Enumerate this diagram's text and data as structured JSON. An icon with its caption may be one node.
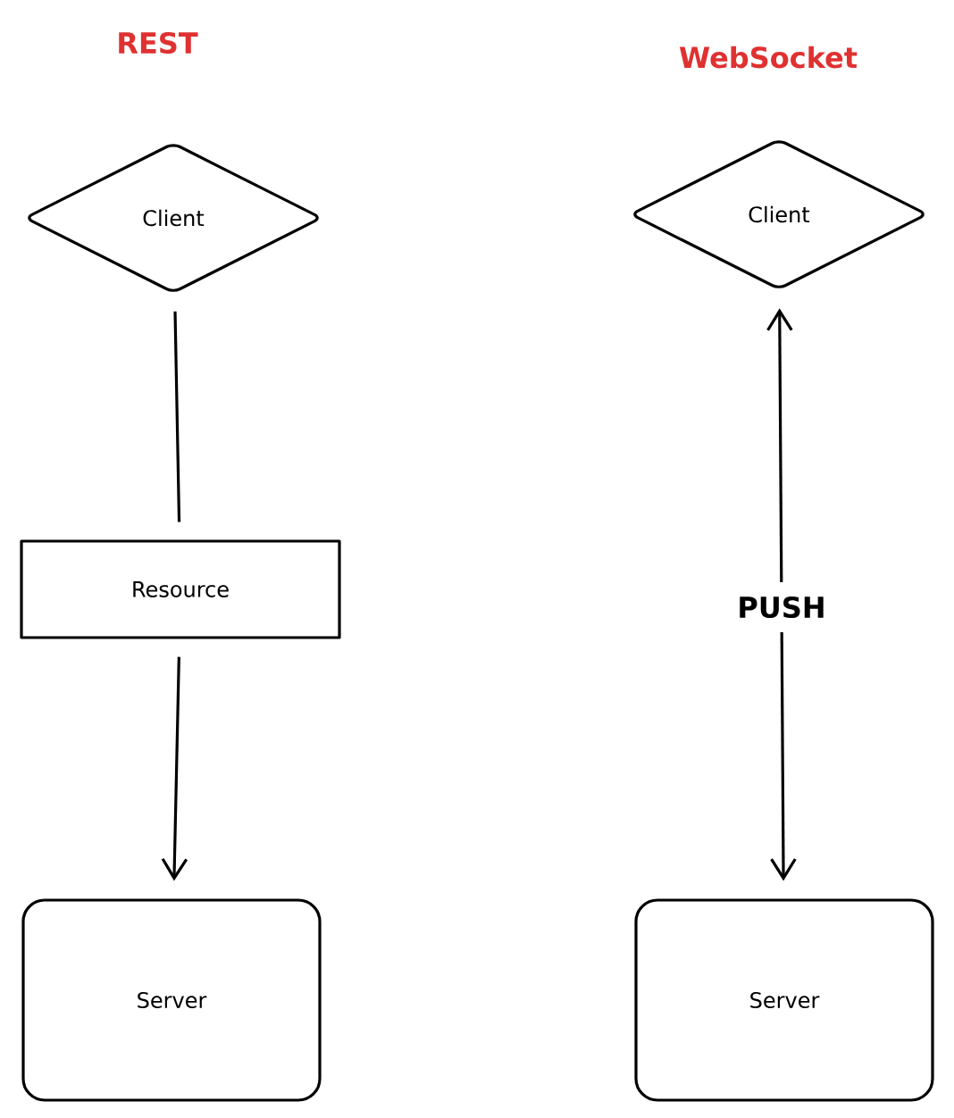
{
  "diagram": {
    "nodes": [
      {
        "text": [
          "Client"
        ]
      },
      {
        "text": [
          "Resource"
        ]
      },
      {
        "text": [
          "Server"
        ]
      },
      {
        "text": [
          "Client"
        ]
      },
      {
        "text": [
          "Server"
        ]
      }
    ],
    "edges": [
      {
        "from": 0,
        "to": 1,
        "arrow": "none"
      },
      {
        "from": 1,
        "to": 2,
        "arrow": "to"
      },
      {
        "from": 3,
        "to": 4,
        "arrow": "both",
        "label": "PUSH"
      }
    ],
    "labels": [
      "REST",
      "WebSocket"
    ]
  }
}
